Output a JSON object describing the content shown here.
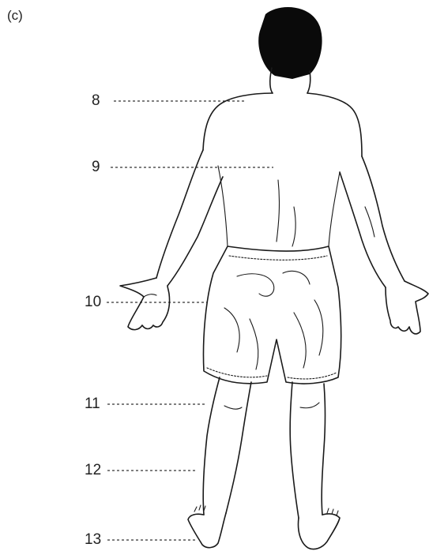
{
  "panel_label": "(c)",
  "callouts": [
    {
      "id": "8",
      "label": "8"
    },
    {
      "id": "9",
      "label": "9"
    },
    {
      "id": "10",
      "label": "10"
    },
    {
      "id": "11",
      "label": "11"
    },
    {
      "id": "12",
      "label": "12"
    },
    {
      "id": "13",
      "label": "13"
    }
  ],
  "colors": {
    "ink": "#1a1a1a",
    "hair": "#0a0a0a",
    "background": "#ffffff"
  }
}
